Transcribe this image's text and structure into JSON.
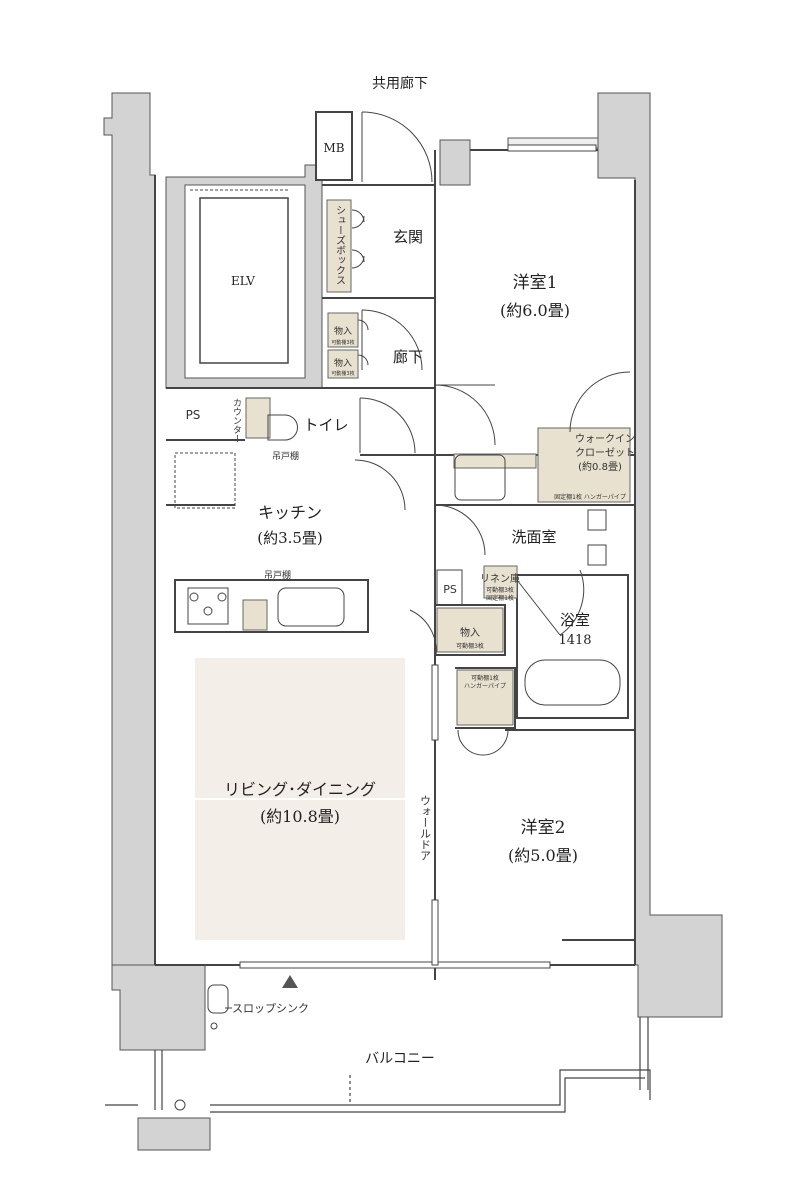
{
  "corridor": "共用廊下",
  "rooms": {
    "mb": "MB",
    "elv": "ELV",
    "shoes_box": "シューズボックス",
    "entrance": "玄関",
    "storage_1": "物入",
    "storage_1_note": "可動棚3枚",
    "storage_2": "物入",
    "storage_2_note": "可動棚3枚",
    "hallway": "廊下",
    "western_1": "洋室1",
    "western_1_size": "(約6.0畳)",
    "ps_1": "PS",
    "counter": "カウンター",
    "toilet": "トイレ",
    "toilet_shelf": "吊戸棚",
    "walkin": "ウォークイン",
    "walkin_2": "クローゼット",
    "walkin_size": "(約0.8畳)",
    "walkin_note": "固定棚1枚 ハンガーパイプ",
    "kitchen": "キッチン",
    "kitchen_size": "(約3.5畳)",
    "washroom": "洗面室",
    "ps_2": "PS",
    "linen": "リネン庫",
    "linen_note_1": "可動棚3枚",
    "linen_note_2": "固定棚1枚",
    "kitchen_shelf": "吊戸棚",
    "bath": "浴室",
    "bath_size": "1418",
    "storage_3": "物入",
    "storage_3_note": "可動棚3枚",
    "storage_4_note_1": "可動棚1枚",
    "storage_4_note_2": "ハンガーパイプ",
    "living": "リビング･ダイニング",
    "living_size": "(約10.8畳)",
    "wall_door": "ウォールドア",
    "western_2": "洋室2",
    "western_2_size": "(約5.0畳)",
    "slop_sink": "スロップシンク",
    "balcony": "バルコニー"
  },
  "colors": {
    "wall": "#d3d3d3",
    "line": "#444444",
    "ldk_floor": "#f4eee8",
    "storage_fill": "#e8e1cf"
  }
}
